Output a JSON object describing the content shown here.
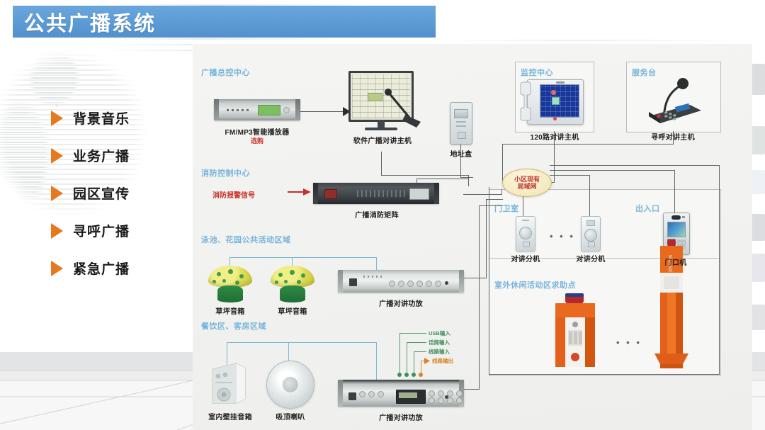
{
  "title": {
    "text": "公共广播系统",
    "banner_color": "#5b9bd5"
  },
  "features": {
    "bullet_color": "#e8781d",
    "items": [
      {
        "label": "背景音乐"
      },
      {
        "label": "业务广播"
      },
      {
        "label": "园区宣传"
      },
      {
        "label": "寻呼广播"
      },
      {
        "label": "紧急广播"
      }
    ]
  },
  "diagram": {
    "zones": {
      "broadcast_control": "广播总控中心",
      "fire_control": "消防控制中心",
      "pool_garden": "泳池、花园公共活动区域",
      "dining_guestroom": "餐饮区、客房区域",
      "monitor_center": "监控中心",
      "service_desk": "服务台",
      "guard_room": "门卫室",
      "entrance": "出入口",
      "outdoor_help": "室外休闲活动区求助点"
    },
    "devices": {
      "fm_mp3_player": "FM/MP3智能播放器",
      "fm_mp3_player_note": "选购",
      "software_host": "软件广播对讲主机",
      "address_box": "地址盒",
      "intercom_host_120": "120路对讲主机",
      "paging_host": "寻呼对讲主机",
      "fire_matrix": "广播消防矩阵",
      "fire_alarm_signal": "消防报警信号",
      "lawn_speaker_1": "草坪音箱",
      "lawn_speaker_2": "草坪音箱",
      "amplifier_garden": "广播对讲功放",
      "wall_speaker": "室内壁挂音箱",
      "ceiling_speaker": "吸顶喇叭",
      "amplifier_indoor": "广播对讲功放",
      "intercom_ext_1": "对讲分机",
      "intercom_ext_2": "对讲分机",
      "door_machine": "门口机"
    },
    "network_hub": {
      "line1": "小区现有",
      "line2": "局域网"
    },
    "io_labels": [
      {
        "text": "USB输入",
        "color": "#3f8f5d"
      },
      {
        "text": "话筒输入",
        "color": "#3f8f5d"
      },
      {
        "text": "线路输入",
        "color": "#3f8f5d"
      },
      {
        "text": "线路输出",
        "color": "#d98324"
      }
    ],
    "ellipsis": "• • •"
  }
}
